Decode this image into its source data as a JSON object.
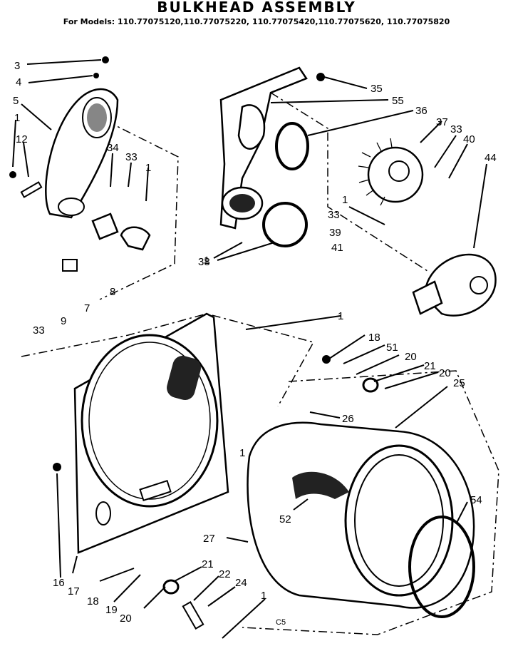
{
  "header": {
    "title": "BULKHEAD ASSEMBLY",
    "models_line": "For Models: 110.77075120,110.77075220, 110.77075420,110.77075620, 110.77075820"
  },
  "callouts": [
    "1",
    "3",
    "4",
    "5",
    "7",
    "8",
    "9",
    "12",
    "16",
    "17",
    "18",
    "19",
    "20",
    "21",
    "22",
    "24",
    "25",
    "26",
    "27",
    "33",
    "34",
    "35",
    "36",
    "37",
    "38",
    "39",
    "40",
    "41",
    "44",
    "51",
    "52",
    "54",
    "55"
  ],
  "code": "C5"
}
